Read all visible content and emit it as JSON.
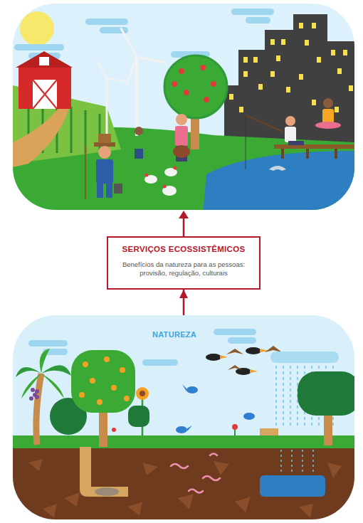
{
  "diagram": {
    "nodes": [
      {
        "text": [
          "SERVIÇOS ECOSSISTÊMICOS",
          "Benefícios da natureza para as pessoas: provisão, regulação, culturais"
        ]
      },
      {
        "text": [
          "NATUREZA"
        ]
      }
    ],
    "edges": [
      {
        "from": 1,
        "to": 0,
        "arrow": "to"
      }
    ]
  }
}
